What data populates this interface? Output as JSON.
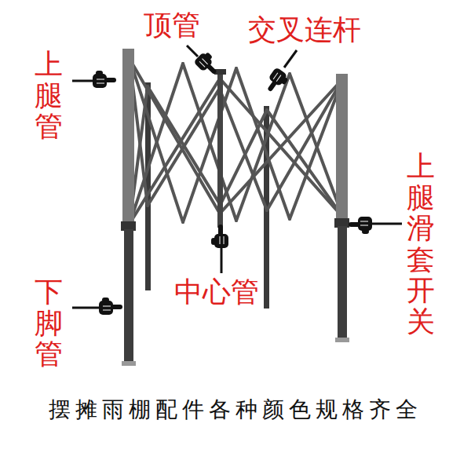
{
  "diagram": {
    "caption": "摆摊雨棚配件各种颜色规格齐全",
    "labels": [
      "顶管",
      "交叉连杆",
      "上腿管",
      "上腿滑套开关",
      "中心管",
      "下脚管"
    ]
  }
}
